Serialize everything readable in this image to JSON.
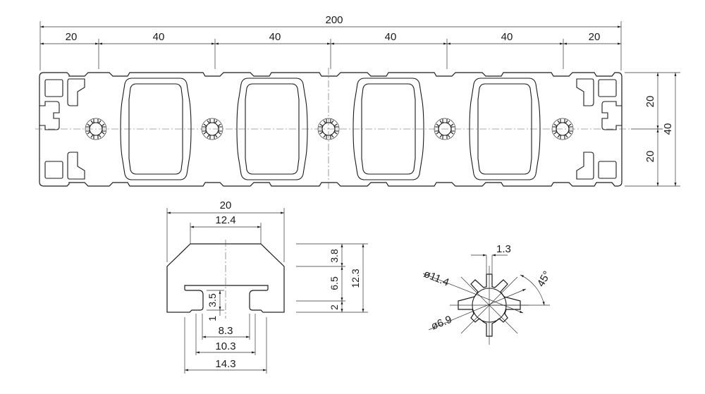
{
  "profile": {
    "overall_width": "200",
    "segments": [
      "20",
      "40",
      "40",
      "40",
      "40",
      "20"
    ],
    "heights": [
      "20",
      "20"
    ],
    "total_height": "40"
  },
  "slot_detail": {
    "width": "20",
    "top_width": "12.4",
    "depth_3_8": "3.8",
    "depth_6_5": "6.5",
    "depth_2": "2",
    "depth_12_3": "12.3",
    "lip_3_5": "3.5",
    "lip_1": "1",
    "inner_8_3": "8.3",
    "inner_10_3": "10.3",
    "inner_14_3": "14.3"
  },
  "core_detail": {
    "key_width": "1.3",
    "outer_dia": "ø11.4",
    "inner_dia": "ø6.9",
    "angle": "45°"
  }
}
